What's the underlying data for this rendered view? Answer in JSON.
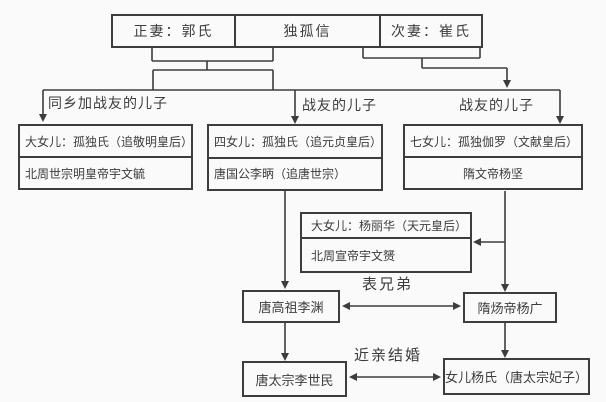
{
  "diagram": {
    "top_table": {
      "wife1": "正妻：郭氏",
      "patriarch": "独孤信",
      "wife2": "次妻：崔氏"
    },
    "branch_labels": {
      "left": "同乡加战友的儿子",
      "middle": "战友的儿子",
      "right": "战友的儿子"
    },
    "daughters": {
      "first": {
        "line1": "大女儿：孤独氏（追敬明皇后）",
        "line2": "北周世宗明皇帝宇文毓"
      },
      "fourth": {
        "line1": "四女儿：孤独氏（追元贞皇后）",
        "line2": "唐国公李昞（追唐世宗）"
      },
      "seventh": {
        "line1": "七女儿：孤独伽罗（文献皇后）",
        "line2": "隋文帝杨坚"
      }
    },
    "yang_lihua": {
      "line1": "大女儿：杨丽华（天元皇后）",
      "line2": "北周宣帝宇文赟"
    },
    "relation_labels": {
      "cousins": "表兄弟",
      "close_marriage": "近亲结婚"
    },
    "bottom_nodes": {
      "li_yuan": "唐高祖李渊",
      "yang_guang": "隋炀帝杨广",
      "li_shimin": "唐太宗李世民",
      "consort_yang": "女儿杨氏（唐太宗妃子）"
    },
    "colors": {
      "line": "#3d3d3d",
      "text": "#3c3c3c",
      "background": "#fbfafa"
    }
  }
}
